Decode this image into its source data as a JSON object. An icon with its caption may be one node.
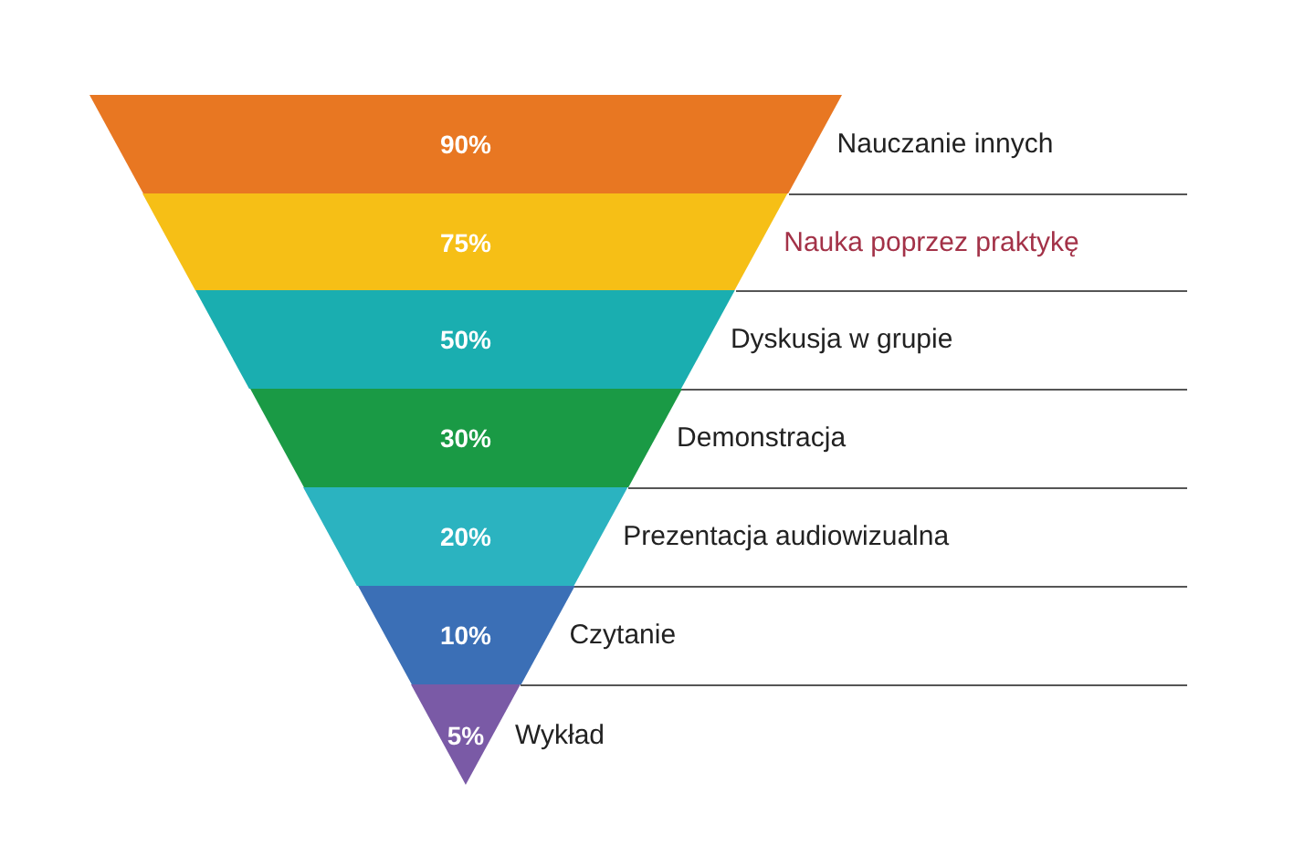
{
  "diagram": {
    "nodes": [
      {
        "text": [
          "90%"
        ],
        "beside": [
          "Nauczanie innych"
        ]
      },
      {
        "text": [
          "75%"
        ],
        "beside": [
          "Nauka poprzez praktykę"
        ]
      },
      {
        "text": [
          "50%"
        ],
        "beside": [
          "Dyskusja w grupie"
        ]
      },
      {
        "text": [
          "30%"
        ],
        "beside": [
          "Demonstracja"
        ]
      },
      {
        "text": [
          "20%"
        ],
        "beside": [
          "Prezentacja audiowizualna"
        ]
      },
      {
        "text": [
          "10%"
        ],
        "beside": [
          "Czytanie"
        ]
      },
      {
        "text": [
          "5%"
        ],
        "beside": [
          "Wykład"
        ]
      }
    ]
  }
}
